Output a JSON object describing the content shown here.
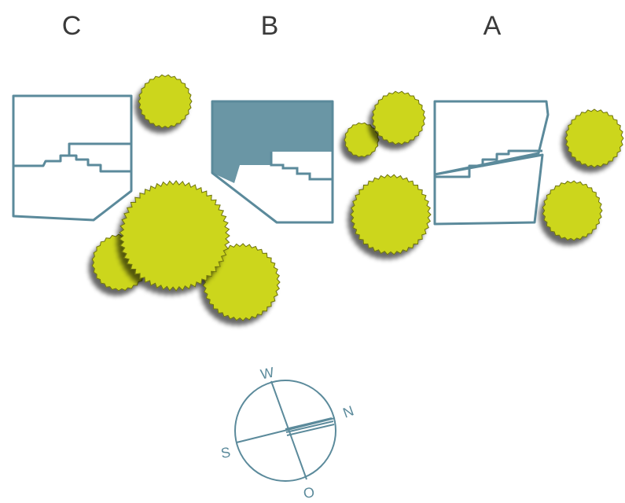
{
  "sites": [
    {
      "label": "C"
    },
    {
      "label": "B"
    },
    {
      "label": "A"
    }
  ],
  "compass": {
    "north": "N",
    "south": "S",
    "west": "W",
    "east": "O"
  },
  "colors": {
    "outline": "#5b8a9b",
    "shaded": "#6a96a5",
    "tree": "#ccd61f",
    "tree_shadow": "#555555",
    "label": "#3a3a3a",
    "background": "#ffffff"
  },
  "icons": {
    "tree": "tree-canopy-icon",
    "compass": "compass-rose-icon"
  }
}
